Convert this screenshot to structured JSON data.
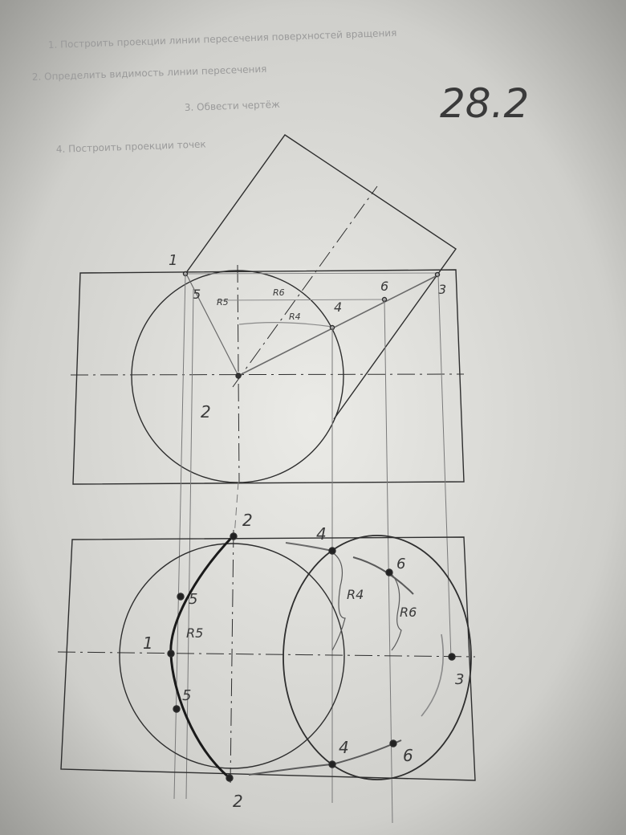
{
  "title": "28.2",
  "header_lines": [
    "1. Построить проекции линии пересечения поверхностей вращения",
    "2. Определить видимость линии пересечения",
    "3. Обвести чертёж",
    "4. Построить проекции точек"
  ],
  "top_view": {
    "points": {
      "p1": "1",
      "p2": "2",
      "p3": "3",
      "p4": "4",
      "p5": "5",
      "p6": "6"
    },
    "radii": {
      "r4": "R4",
      "r5": "R5",
      "r6": "R6"
    }
  },
  "bottom_view": {
    "points": {
      "p1": "1",
      "p2_top": "2",
      "p2_bottom": "2",
      "p3": "3",
      "p4_top": "4",
      "p4_bottom": "4",
      "p5_top": "5",
      "p5_bottom": "5",
      "p6_top": "6",
      "p6_bottom": "6"
    },
    "radii": {
      "r4": "R4",
      "r5": "R5",
      "r6": "R6"
    }
  },
  "colors": {
    "paper_center": "#e6e6e2",
    "paper_edge": "#9c9c98",
    "pencil": "#2e2e2e",
    "faint_pencil": "#8a8a8a"
  }
}
